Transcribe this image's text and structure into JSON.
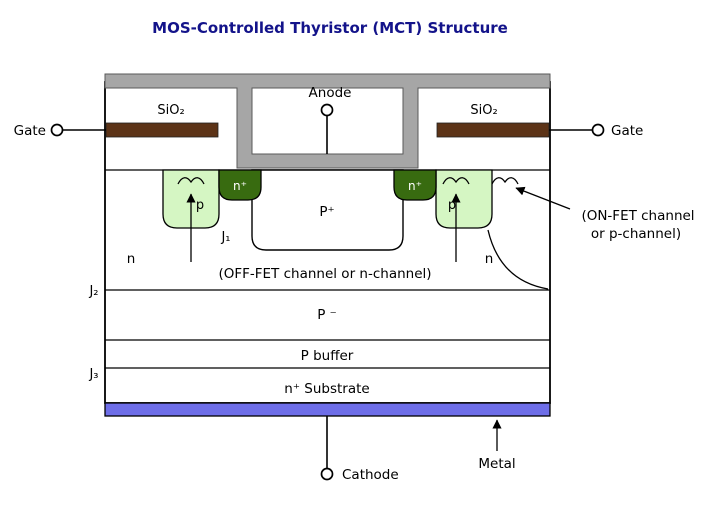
{
  "title": "MOS-Controlled Thyristor (MCT) Structure",
  "terminals": {
    "anode": "Anode",
    "cathode": "Cathode",
    "gate": "Gate"
  },
  "regions": {
    "sio2": "SiO₂",
    "p_well": "p",
    "n_plus": "n⁺",
    "p_plus": "P⁺",
    "n_base": "n",
    "p_minus": "P ⁻",
    "p_buffer": "P buffer",
    "n_substrate": "n⁺ Substrate"
  },
  "junctions": {
    "j1": "J₁",
    "j2": "J₂",
    "j3": "J₃"
  },
  "annotations": {
    "off_fet_channel": "(OFF-FET channel or n-channel)",
    "on_fet_channel_line1": "(ON-FET channel",
    "on_fet_channel_line2": "or p-channel)",
    "metal": "Metal"
  },
  "colors": {
    "title": "#13138A",
    "top_metal": "#A6A6A6",
    "gate_electrode": "#5C3317",
    "p_well": "#D5F6C3",
    "n_plus": "#386B10",
    "bottom_metal": "#6E6EE8",
    "line": "#000000",
    "background": "#FFFFFF"
  }
}
